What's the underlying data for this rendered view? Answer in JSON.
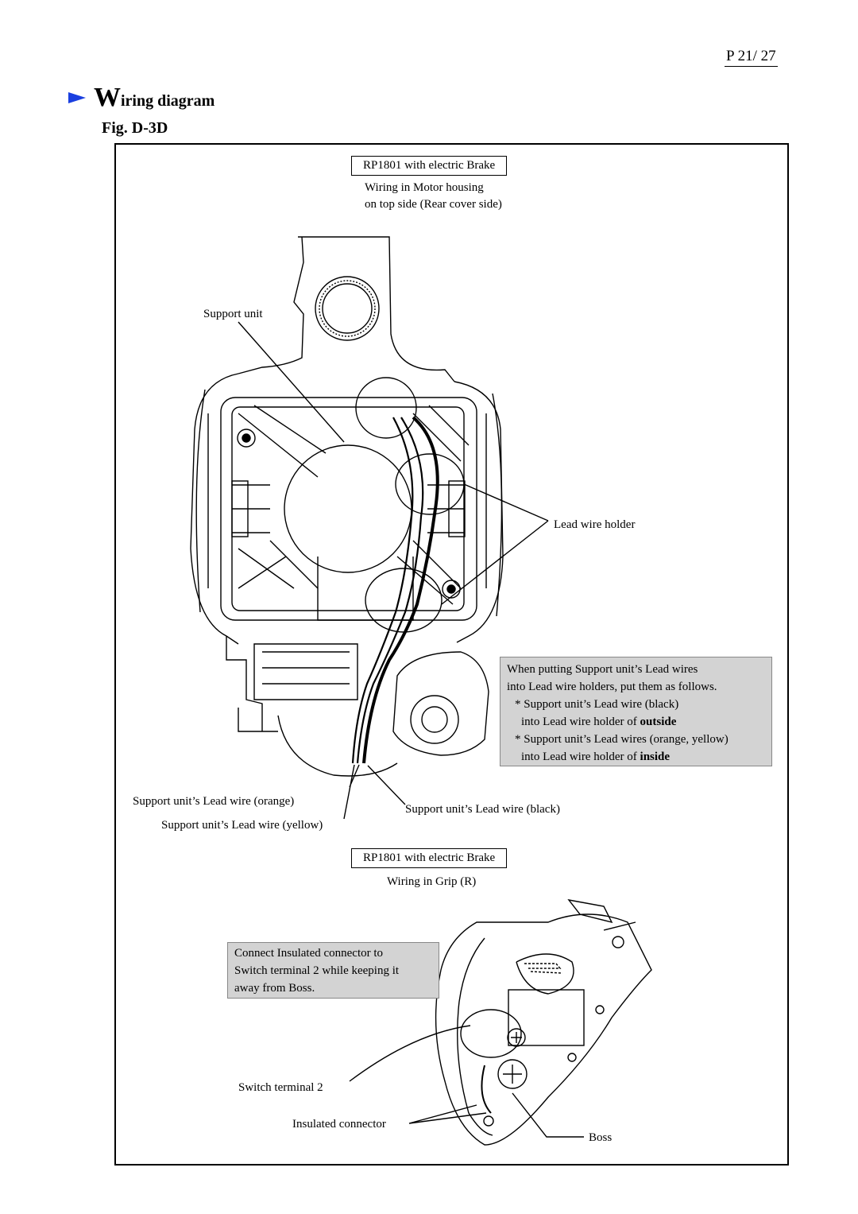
{
  "page_number": "P 21/ 27",
  "heading": {
    "first_letter": "W",
    "rest": "iring diagram"
  },
  "figure_label": "Fig. D-3D",
  "motor_section": {
    "box_title": "RP1801 with electric Brake",
    "subtitle_line1": "Wiring in Motor housing",
    "subtitle_line2": "on top side (Rear cover side)"
  },
  "labels": {
    "support_unit": "Support unit",
    "lead_wire_holder": "Lead wire holder",
    "lead_orange": "Support unit’s Lead wire (orange)",
    "lead_yellow": "Support unit’s Lead wire (yellow)",
    "lead_black": "Support unit’s Lead wire (black)",
    "switch_terminal": "Switch  terminal  2",
    "insulated_connector": "Insulated connector",
    "boss": "Boss"
  },
  "note1": {
    "line1": "When putting Support unit’s Lead wires",
    "line2": "into Lead wire holders, put them as follows.",
    "line3": "* Support unit’s Lead wire (black)",
    "line4_text": "into Lead wire holder of ",
    "line4_bold": "outside",
    "line5": "* Support unit’s Lead wires (orange, yellow)",
    "line6_text": "into Lead wire holder of ",
    "line6_bold": "inside"
  },
  "grip_section": {
    "box_title": "RP1801 with electric Brake",
    "subtitle": "Wiring in Grip (R)"
  },
  "note2": {
    "line1": "Connect Insulated connector to",
    "line2": "Switch terminal 2 while keeping it",
    "line3": "away from Boss."
  },
  "colors": {
    "accent_arrow": "#1a3fe0",
    "note_fill": "#d3d3d3"
  }
}
